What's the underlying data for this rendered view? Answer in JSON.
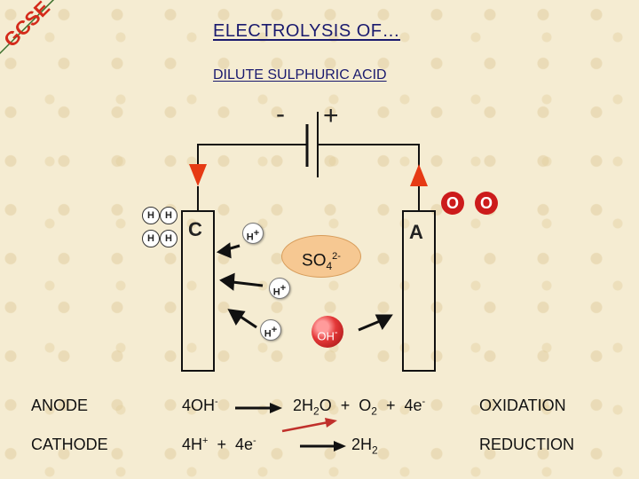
{
  "logo": {
    "text": "GCSE"
  },
  "title": "ELECTROLYSIS OF…",
  "subtitle": "DILUTE SULPHURIC ACID",
  "battery": {
    "negative": "-",
    "positive": "+"
  },
  "electrodes": {
    "cathode_label": "C",
    "anode_label": "A"
  },
  "hydrogen_atom": "H",
  "oxygen_atom": "O",
  "ions": {
    "h_plus": "H",
    "h_plus_charge": "+",
    "sulphate_base": "SO",
    "sulphate_sub": "4",
    "sulphate_charge": "2-",
    "hydroxide": "OH",
    "hydroxide_charge": "-"
  },
  "equations": {
    "anode": {
      "label": "ANODE",
      "reactant": "4OH",
      "reactant_charge": "-",
      "product_a": "2H",
      "product_a_sub": "2",
      "product_a_end": "O",
      "plus": "+",
      "product_b": "O",
      "product_b_sub": "2",
      "plus2": "+",
      "electrons": "4e",
      "electrons_charge": "-",
      "type": "OXIDATION"
    },
    "cathode": {
      "label": "CATHODE",
      "reactant": "4H",
      "reactant_charge": "+",
      "plus": "+",
      "electrons": "4e",
      "electrons_charge": "-",
      "product": "2H",
      "product_sub": "2",
      "type": "REDUCTION"
    }
  },
  "colors": {
    "title": "#1a1a6e",
    "electrode_marker": "#e63a14",
    "oxygen": "#cc1b1b",
    "arrow_red": "#c0302b"
  }
}
